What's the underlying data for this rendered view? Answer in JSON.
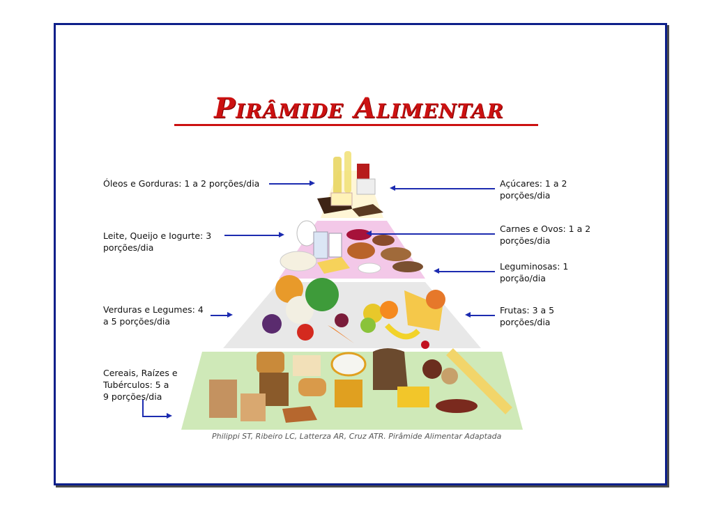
{
  "title": "Pirâmide Alimentar",
  "labels": {
    "oleos": "Óleos e Gorduras: 1 a 2 porções/dia",
    "acucares": "Açúcares: 1 a 2\nporções/dia",
    "leite": "Leite, Queijo e Iogurte: 3\nporções/dia",
    "carnes": "Carnes e Ovos: 1 a 2\nporções/dia",
    "leguminosas": "Leguminosas: 1\nporção/dia",
    "verduras": "Verduras e Legumes: 4\na 5 porções/dia",
    "frutas": "Frutas: 3 a 5\nporções/dia",
    "cereais": "Cereais, Raízes e\nTubérculos: 5 a\n9 porções/dia"
  },
  "caption": "Philippi ST, Ribeiro LC, Latterza AR, Cruz ATR. Pirâmide Alimentar Adaptada",
  "colors": {
    "title": "#cc1111",
    "border": "#0d1f8a",
    "arrow": "#1c2bb0",
    "level_top": "#fff6d6",
    "level_dairy_meat": "#f3c8e8",
    "level_veg_fruit": "#e6e6e6",
    "level_grains": "#cfe9b8"
  }
}
